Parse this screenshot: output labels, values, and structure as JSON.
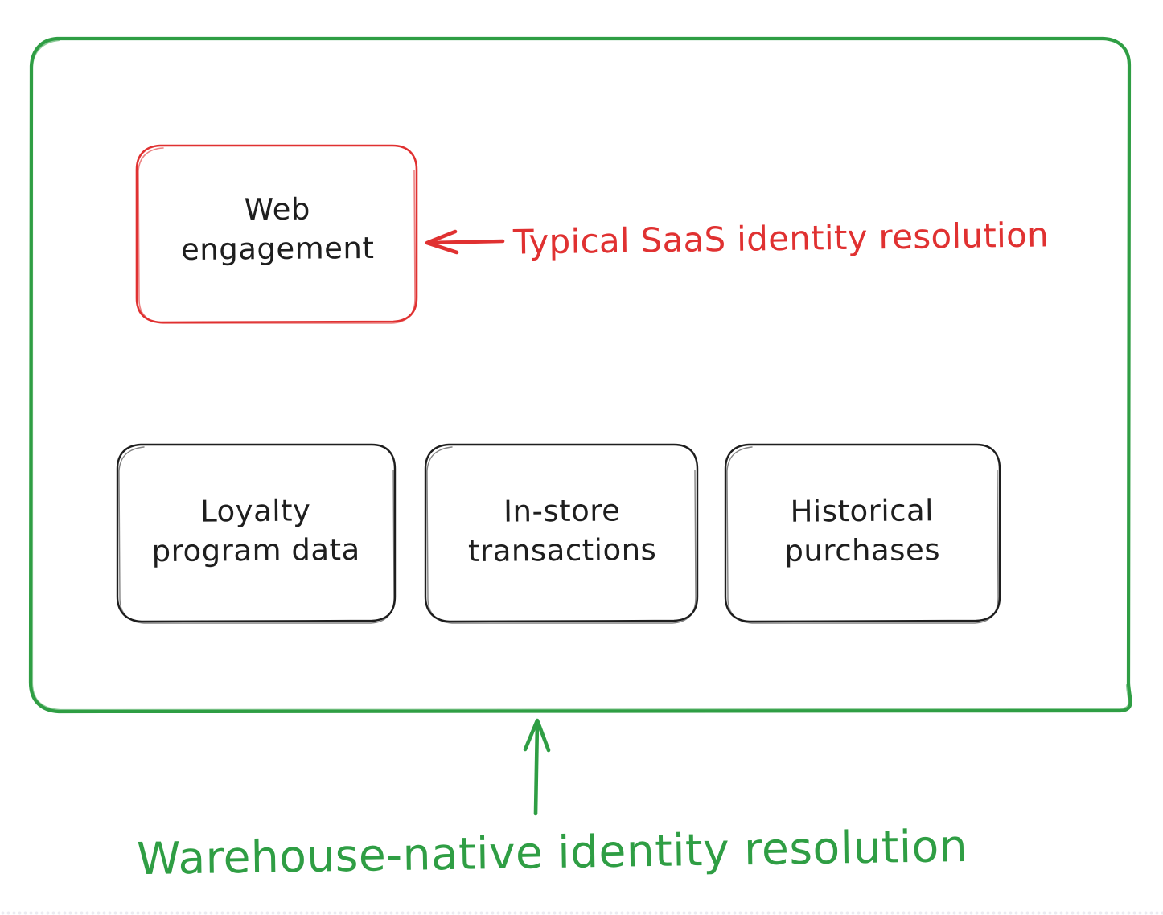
{
  "diagram": {
    "title": "Warehouse-native identity resolution diagram",
    "style": "hand-drawn sketch",
    "colors": {
      "container_stroke": "#2f9e44",
      "highlight_stroke": "#e03131",
      "node_stroke": "#1e1e1e",
      "text": "#1e1e1e",
      "background": "#ffffff"
    },
    "container": {
      "name": "data-warehouse-container",
      "stroke_color": "#2f9e44"
    },
    "nodes": [
      {
        "id": "web-engagement",
        "label": "Web\nengagement",
        "stroke_color": "#e03131",
        "highlighted": true
      },
      {
        "id": "loyalty-program-data",
        "label": "Loyalty\nprogram data",
        "stroke_color": "#1e1e1e",
        "highlighted": false
      },
      {
        "id": "in-store-transactions",
        "label": "In-store\ntransactions",
        "stroke_color": "#1e1e1e",
        "highlighted": false
      },
      {
        "id": "historical-purchases",
        "label": "Historical\npurchases",
        "stroke_color": "#1e1e1e",
        "highlighted": false
      }
    ],
    "annotations": [
      {
        "id": "typical-saas",
        "text": "Typical SaaS identity resolution",
        "color": "#e03131",
        "arrow": "left",
        "points_to": "web-engagement"
      },
      {
        "id": "warehouse-native",
        "text": "Warehouse-native identity resolution",
        "color": "#2f9e44",
        "arrow": "up",
        "points_to": "data-warehouse-container"
      }
    ]
  }
}
